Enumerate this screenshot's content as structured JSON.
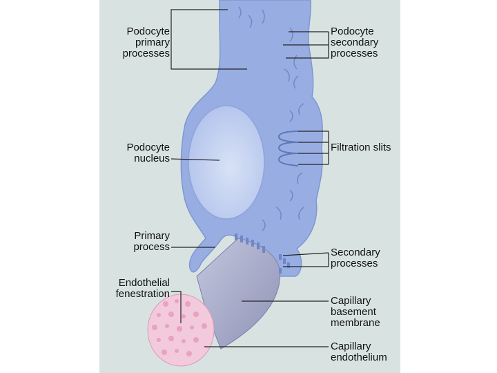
{
  "labels": {
    "podocyte_primary_processes": [
      "Podocyte",
      "primary",
      "processes"
    ],
    "podocyte_secondary_processes": [
      "Podocyte",
      "secondary",
      "processes"
    ],
    "filtration_slits": [
      "Filtration slits"
    ],
    "podocyte_nucleus": [
      "Podocyte",
      "nucleus"
    ],
    "primary_process": [
      "Primary",
      "process"
    ],
    "secondary_processes": [
      "Secondary",
      "processes"
    ],
    "endothelial_fenestration": [
      "Endothelial",
      "fenestration"
    ],
    "capillary_basement_membrane": [
      "Capillary",
      "basement",
      "membrane"
    ],
    "capillary_endothelium": [
      "Capillary",
      "endothelium"
    ]
  },
  "colors": {
    "background_panel": "#d8e3e1",
    "podocyte": "#98aee2",
    "podocyte_edge": "#7e96d2",
    "nucleus": "#c7d4f0",
    "basement_membrane": "#a9acc8",
    "endothelium": "#f3c9dc",
    "fenestrations": "#e7a3c1"
  }
}
